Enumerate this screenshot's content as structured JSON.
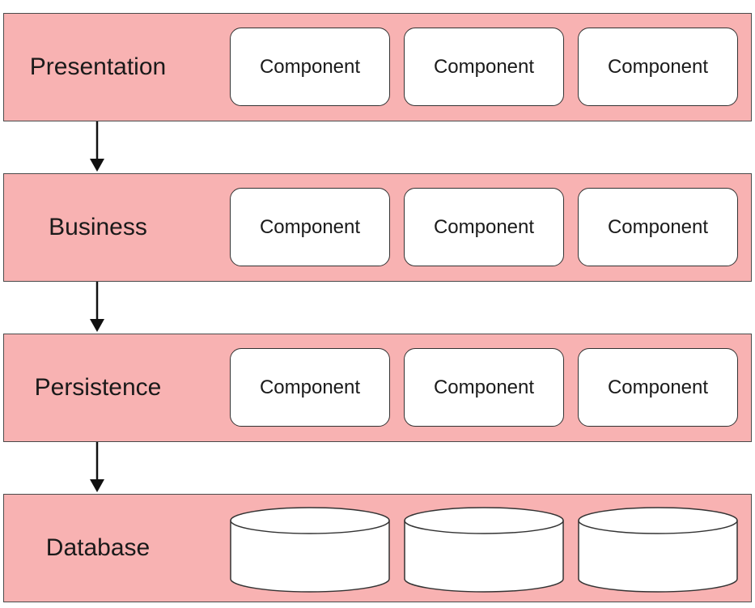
{
  "colors": {
    "layer_fill": "#f8b2b2",
    "layer_border": "#4a4a4a",
    "component_fill": "#ffffff",
    "arrow": "#111111"
  },
  "layers": [
    {
      "label": "Presentation",
      "components": [
        "Component",
        "Component",
        "Component"
      ]
    },
    {
      "label": "Business",
      "components": [
        "Component",
        "Component",
        "Component"
      ]
    },
    {
      "label": "Persistence",
      "components": [
        "Component",
        "Component",
        "Component"
      ]
    },
    {
      "label": "Database",
      "databases": 3
    }
  ]
}
